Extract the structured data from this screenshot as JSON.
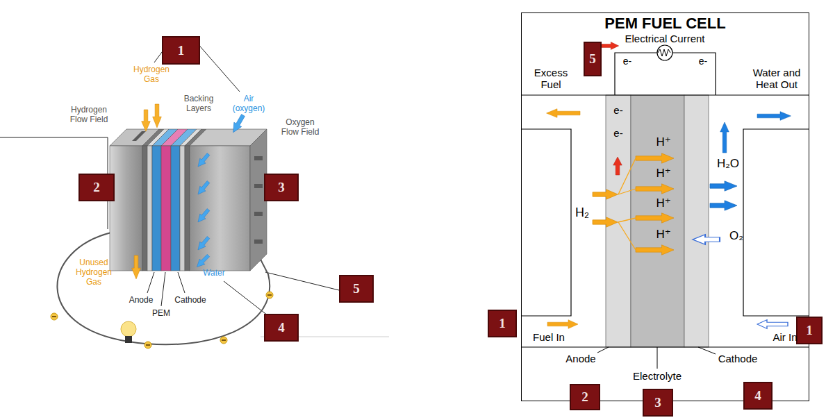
{
  "diagram": {
    "nodes": [
      {
        "text": [
          "PEM FUEL CELL"
        ]
      },
      {
        "text": [
          "1"
        ]
      },
      {
        "text": [
          "2"
        ]
      },
      {
        "text": [
          "3"
        ]
      },
      {
        "text": [
          "5"
        ]
      },
      {
        "text": [
          "4"
        ]
      },
      {
        "text": [
          "5"
        ],
        "in": 0
      },
      {
        "text": [
          "1"
        ]
      },
      {
        "text": [
          "1"
        ]
      },
      {
        "text": [
          "2"
        ]
      },
      {
        "text": [
          "3"
        ]
      },
      {
        "text": [
          "4"
        ]
      }
    ],
    "labels": [
      "Hydrogen Gas",
      "Backing Layers",
      "Air (oxygen)",
      "Hydrogen Flow Field",
      "Oxygen Flow Field",
      "Unused Hydrogen Gas",
      "Anode",
      "PEM",
      "Cathode",
      "Water",
      "Electrical Current",
      "e-",
      "e-",
      "Excess Fuel",
      "Water and Heat Out",
      "e-",
      "e-",
      "H⁺",
      "H⁺",
      "H⁺",
      "H⁺",
      "H₂",
      "H₂O",
      "O₂",
      "Fuel In",
      "Air In",
      "Anode",
      "Electrolyte",
      "Cathode"
    ]
  }
}
